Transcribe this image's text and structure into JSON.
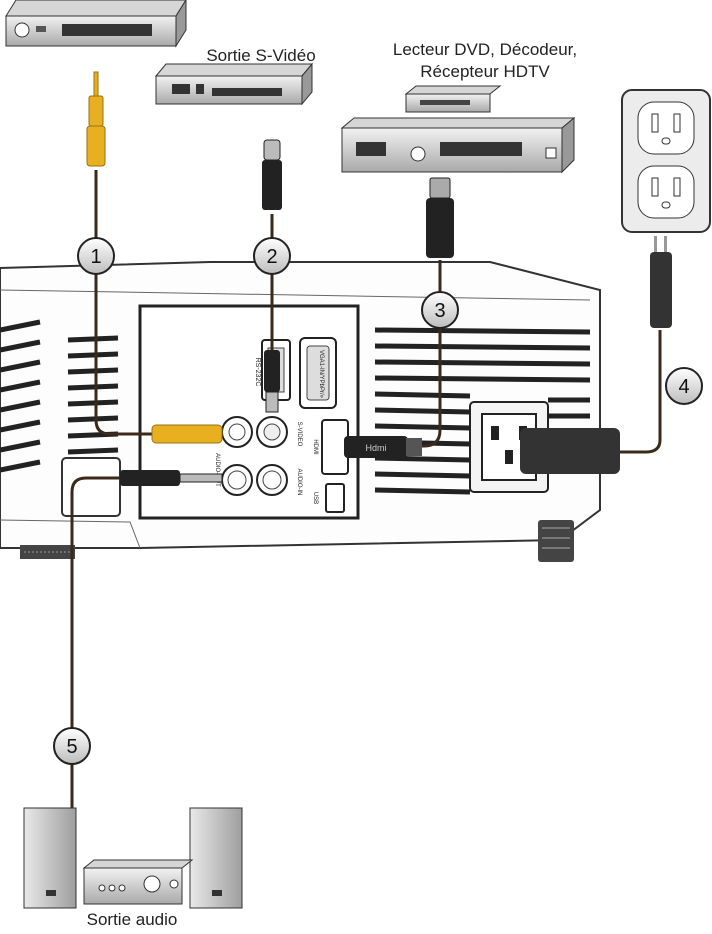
{
  "labels": {
    "svideo_out": "Sortie S-Vidéo",
    "dvd_line1": "Lecteur DVD, Décodeur,",
    "dvd_line2": "Récepteur HDTV",
    "audio_out": "Sortie audio"
  },
  "callouts": [
    "1",
    "2",
    "3",
    "4",
    "5"
  ],
  "ports": {
    "rs232": "RS-232C",
    "vga": "VGA1-IN/YPbPr/»",
    "svideo": "S-VIDEO",
    "hdmi": "HDMI",
    "audio_in": "AUDIO-IN",
    "audio_out": "AUDIO-OUT",
    "usb": "USB",
    "hdmi_plug": "Hdmi"
  },
  "colors": {
    "cable": "#3a2a1a",
    "rca_yellow": "#e8b020",
    "device_gray": "#bfbfbf",
    "callout_fill": "#e6e6e6"
  }
}
